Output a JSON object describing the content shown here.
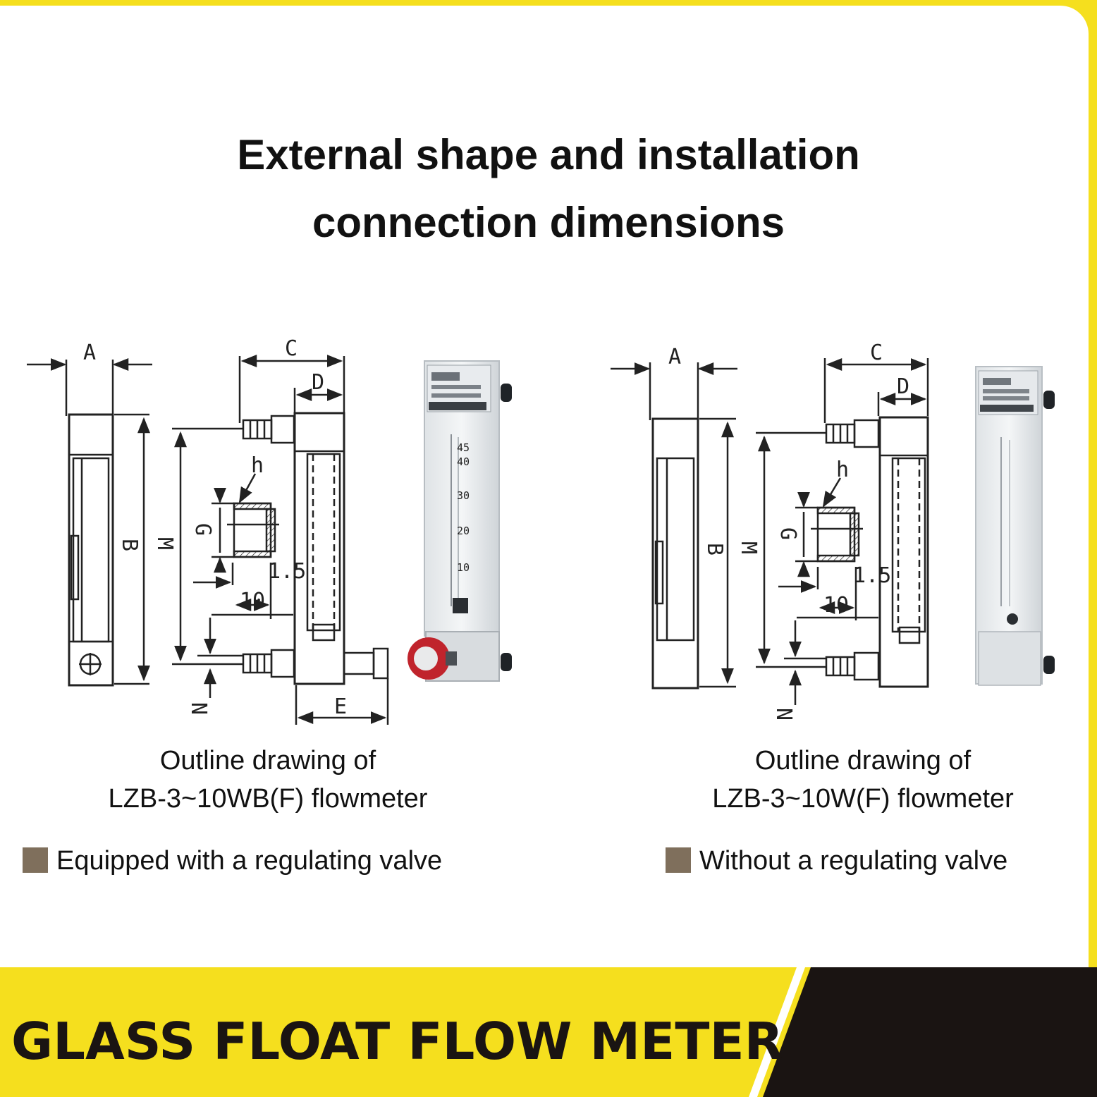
{
  "title": {
    "line1": "External shape and installation",
    "line2": "connection dimensions"
  },
  "diagrams": [
    {
      "caption_line1": "Outline drawing of",
      "caption_line2": "LZB-3~10WB(F) flowmeter",
      "bullet": "Equipped with a regulating valve",
      "dimension_labels": {
        "A": "A",
        "B": "B",
        "C": "C",
        "D": "D",
        "E": "E",
        "G": "G",
        "M": "M",
        "N": "N",
        "h": "h",
        "w10": "10",
        "w15": "1.5"
      },
      "scale_labels": [
        "45",
        "40",
        "30",
        "20",
        "10"
      ]
    },
    {
      "caption_line1": "Outline drawing of",
      "caption_line2": "LZB-3~10W(F) flowmeter",
      "bullet": "Without a regulating valve",
      "dimension_labels": {
        "A": "A",
        "B": "B",
        "C": "C",
        "D": "D",
        "G": "G",
        "M": "M",
        "N": "N",
        "h": "h",
        "w10": "10",
        "w15": "1.5"
      }
    }
  ],
  "banner": {
    "text": "GLASS FLOAT FLOW METER"
  },
  "colors": {
    "yellow": "#f5df1e",
    "dark": "#1a1412",
    "bullet_square": "#7f6f5c",
    "valve_red": "#c0242c"
  }
}
